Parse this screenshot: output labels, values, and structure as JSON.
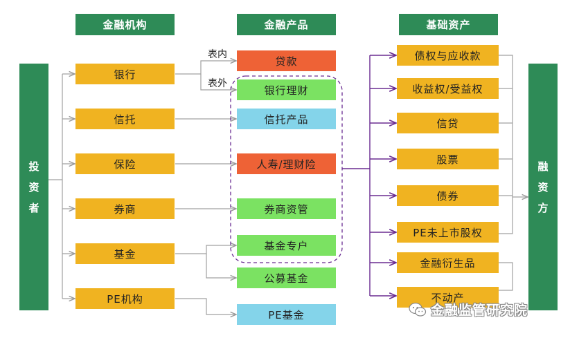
{
  "headers": {
    "institutions": "金融机构",
    "products": "金融产品",
    "assets": "基础资产"
  },
  "investors": [
    "投",
    "资",
    "者"
  ],
  "financiers": [
    "融",
    "资",
    "方"
  ],
  "institutions": [
    "银行",
    "信托",
    "保险",
    "券商",
    "基金",
    "PE机构"
  ],
  "bank_labels": {
    "on_balance": "表内",
    "off_balance": "表外"
  },
  "products": [
    "贷款",
    "银行理财",
    "信托产品",
    "人寿/理财险",
    "券商资管",
    "基金专户",
    "公募基金",
    "PE基金"
  ],
  "assets": [
    "债权与应收款",
    "收益权/受益权",
    "信贷",
    "股票",
    "债券",
    "PE未上市股权",
    "金融衍生品",
    "不动产"
  ],
  "watermark": "金融监管研究院",
  "colors": {
    "header_green": "#2e8b57",
    "gold": "#f0b321",
    "red": "#ee6236",
    "light_green": "#7be262",
    "cyan": "#84d4ea",
    "connector_gray": "#a0a0a0",
    "connector_purple": "#6a2c91"
  }
}
